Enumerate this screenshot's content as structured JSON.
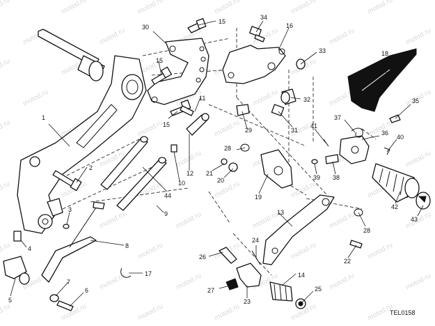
{
  "diagram": {
    "watermark_text": "motod.ru",
    "code": "TEL0158",
    "labels": [
      "1",
      "2",
      "3",
      "4",
      "5",
      "6",
      "7",
      "8",
      "9",
      "10",
      "11",
      "12",
      "13",
      "14",
      "15",
      "15",
      "15",
      "16",
      "17",
      "18",
      "19",
      "20",
      "21",
      "22",
      "23",
      "24",
      "25",
      "26",
      "27",
      "28",
      "28",
      "29",
      "30",
      "31",
      "32",
      "33",
      "34",
      "35",
      "36",
      "37",
      "38",
      "39",
      "40",
      "41",
      "42",
      "43",
      "44"
    ]
  }
}
